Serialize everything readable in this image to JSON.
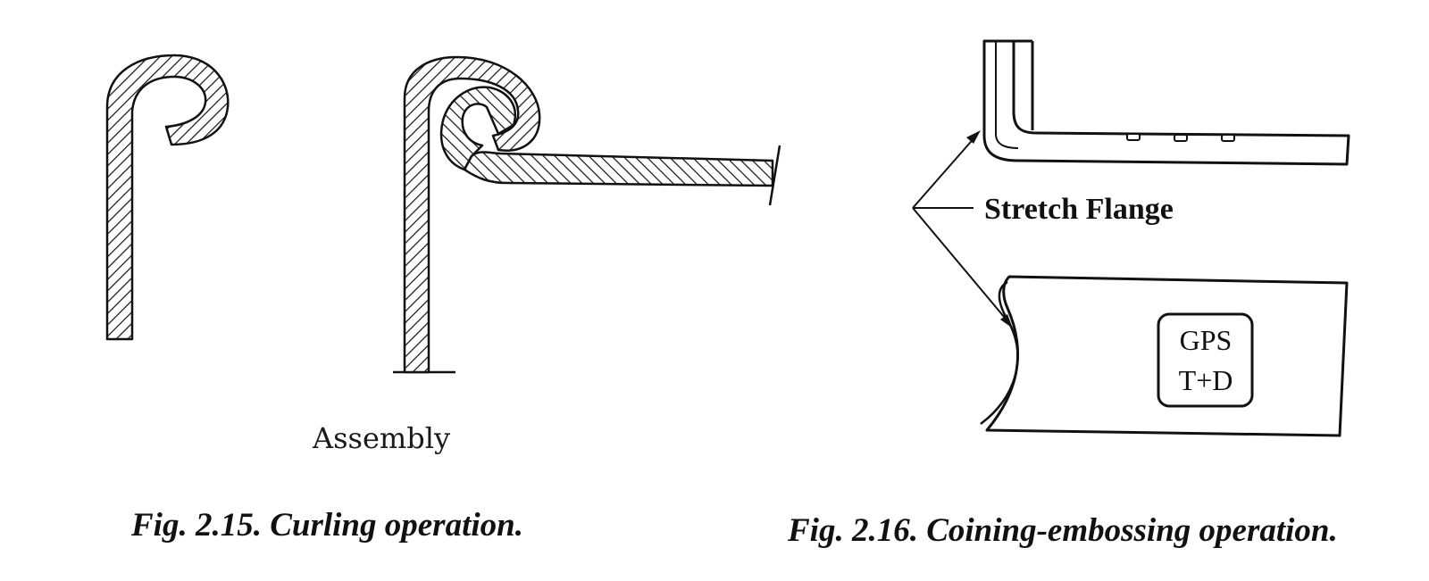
{
  "figure_15": {
    "assembly_label": "Assembly",
    "caption": "Fig. 2.15. Curling operation."
  },
  "figure_16": {
    "callout_label": "Stretch Flange",
    "plate_line1": "GPS",
    "plate_line2": "T+D",
    "caption": "Fig. 2.16. Coining-embossing operation."
  },
  "colors": {
    "ink": "#111111",
    "paper": "#ffffff"
  }
}
